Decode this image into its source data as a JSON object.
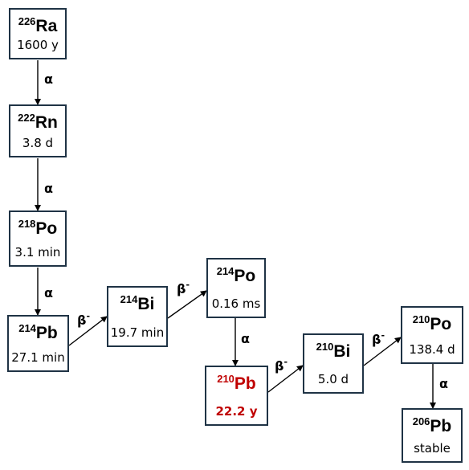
{
  "chain": [
    {
      "id": "ra226",
      "mass": "226",
      "element": "Ra",
      "half_life": "1600 y"
    },
    {
      "id": "rn222",
      "mass": "222",
      "element": "Rn",
      "half_life": "3.8 d"
    },
    {
      "id": "po218",
      "mass": "218",
      "element": "Po",
      "half_life": "3.1 min"
    },
    {
      "id": "pb214",
      "mass": "214",
      "element": "Pb",
      "half_life": "27.1 min"
    },
    {
      "id": "bi214",
      "mass": "214",
      "element": "Bi",
      "half_life": "19.7 min"
    },
    {
      "id": "po214",
      "mass": "214",
      "element": "Po",
      "half_life": "0.16 ms"
    },
    {
      "id": "pb210",
      "mass": "210",
      "element": "Pb",
      "half_life": "22.2 y",
      "highlight": true
    },
    {
      "id": "bi210",
      "mass": "210",
      "element": "Bi",
      "half_life": "5.0 d"
    },
    {
      "id": "po210",
      "mass": "210",
      "element": "Po",
      "half_life": "138.4 d"
    },
    {
      "id": "pb206",
      "mass": "206",
      "element": "Pb",
      "half_life": "stable"
    }
  ],
  "decays": [
    {
      "from": "ra226",
      "to": "rn222",
      "mode": "α",
      "mode_sup": ""
    },
    {
      "from": "rn222",
      "to": "po218",
      "mode": "α",
      "mode_sup": ""
    },
    {
      "from": "po218",
      "to": "pb214",
      "mode": "α",
      "mode_sup": ""
    },
    {
      "from": "pb214",
      "to": "bi214",
      "mode": "β",
      "mode_sup": "-"
    },
    {
      "from": "bi214",
      "to": "po214",
      "mode": "β",
      "mode_sup": "-"
    },
    {
      "from": "po214",
      "to": "pb210",
      "mode": "α",
      "mode_sup": ""
    },
    {
      "from": "pb210",
      "to": "bi210",
      "mode": "β",
      "mode_sup": "-"
    },
    {
      "from": "bi210",
      "to": "po210",
      "mode": "β",
      "mode_sup": "-"
    },
    {
      "from": "po210",
      "to": "pb206",
      "mode": "α",
      "mode_sup": ""
    }
  ],
  "colors": {
    "box_border": "#1f3345",
    "highlight": "#c00000",
    "text": "#000000"
  }
}
